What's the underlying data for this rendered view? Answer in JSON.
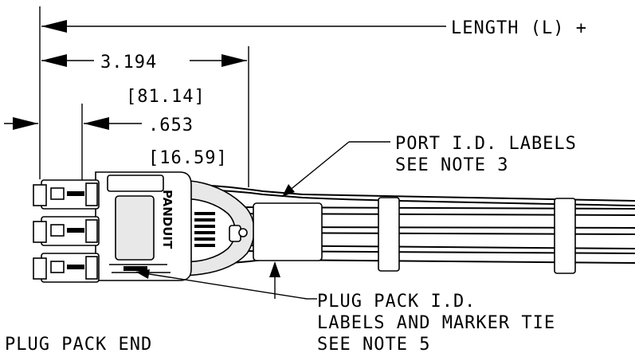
{
  "labels": {
    "length": "LENGTH (L) +",
    "dim1_in": "3.194",
    "dim1_mm": "[81.14]",
    "dim2_in": ".653",
    "dim2_mm": "[16.59]",
    "port_label_line1": "PORT I.D. LABELS",
    "port_label_line2": "SEE NOTE 3",
    "plug_label_line1": "PLUG PACK I.D.",
    "plug_label_line2": "LABELS AND MARKER TIE",
    "plug_label_line3": "SEE NOTE 5",
    "end_label": "PLUG PACK END",
    "brand": "PANDUIT",
    "plug_brand": "PANDUIT"
  }
}
